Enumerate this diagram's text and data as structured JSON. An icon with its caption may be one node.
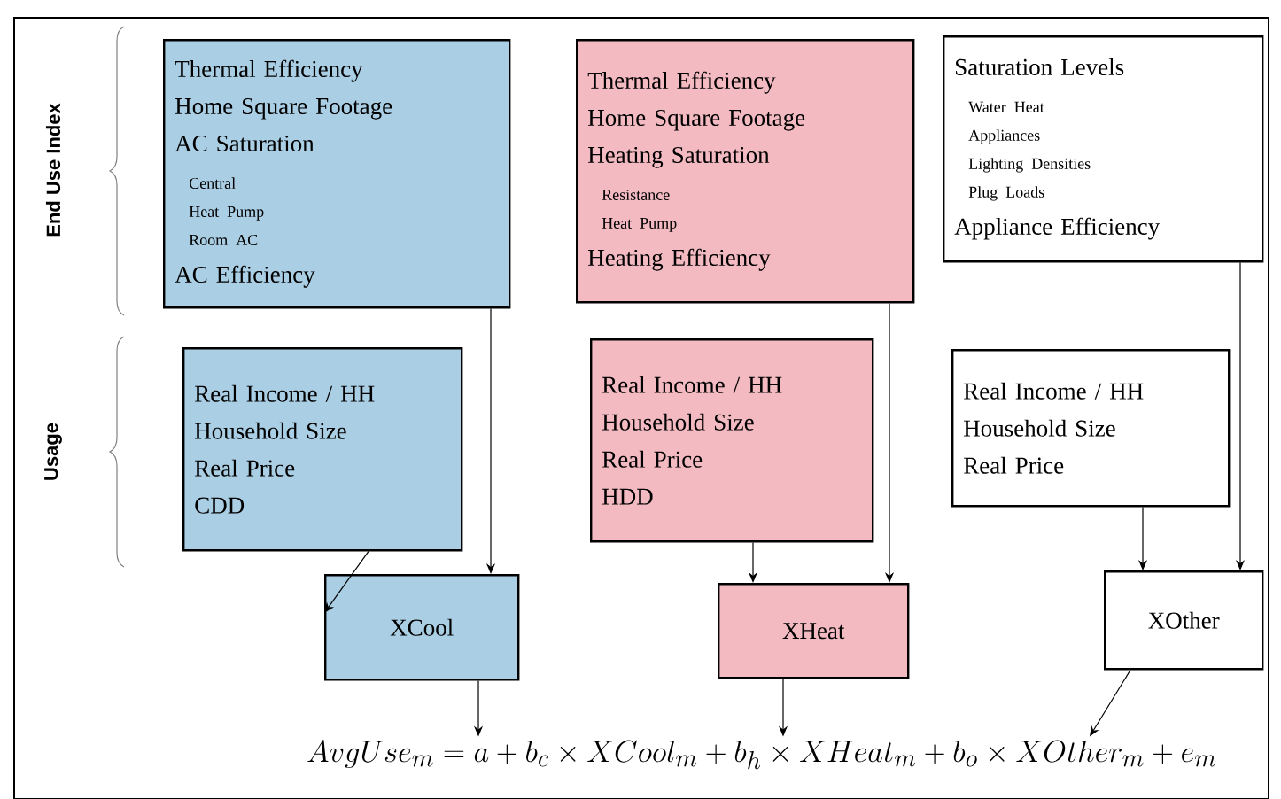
{
  "diagram": {
    "nodes": [
      {
        "text": [
          "Thermal Efficiency",
          "Home Square Footage",
          "AC Saturation",
          "Central",
          "Heat Pump",
          "Room AC",
          "AC Efficiency"
        ]
      },
      {
        "text": [
          "Thermal Efficiency",
          "Home Square Footage",
          "Heating Saturation",
          "Resistance",
          "Heat Pump",
          "Heating Efficiency"
        ]
      },
      {
        "text": [
          "Saturation Levels",
          "Water Heat",
          "Appliances",
          "Lighting Densities",
          "Plug Loads",
          "Appliance Efficiency"
        ]
      },
      {
        "text": [
          "Real Income / HH",
          "Household Size",
          "Real Price",
          "CDD"
        ]
      },
      {
        "text": [
          "Real Income / HH",
          "Household Size",
          "Real Price",
          "HDD"
        ]
      },
      {
        "text": [
          "Real Income / HH",
          "Household Size",
          "Real Price"
        ]
      },
      {
        "text": [
          "XCool"
        ]
      },
      {
        "text": [
          "XHeat"
        ]
      },
      {
        "text": [
          "XOther"
        ]
      },
      {
        "text": [
          "AvgUse_m = a + b_c \\times XCool_m + b_h \\times XHeat_m + b_o \\times XOther_m + e_m"
        ]
      }
    ],
    "edges": [
      {
        "from": 0,
        "to": 6,
        "arrow": "to"
      },
      {
        "from": 3,
        "to": 6,
        "arrow": "to"
      },
      {
        "from": 1,
        "to": 7,
        "arrow": "to"
      },
      {
        "from": 4,
        "to": 7,
        "arrow": "to"
      },
      {
        "from": 2,
        "to": 8,
        "arrow": "to"
      },
      {
        "from": 5,
        "to": 8,
        "arrow": "to"
      },
      {
        "from": 6,
        "to": 9,
        "arrow": "to"
      },
      {
        "from": 7,
        "to": 9,
        "arrow": "to"
      },
      {
        "from": 8,
        "to": 9,
        "arrow": "to"
      }
    ],
    "labels": [
      "End Use Index",
      "Usage"
    ]
  }
}
